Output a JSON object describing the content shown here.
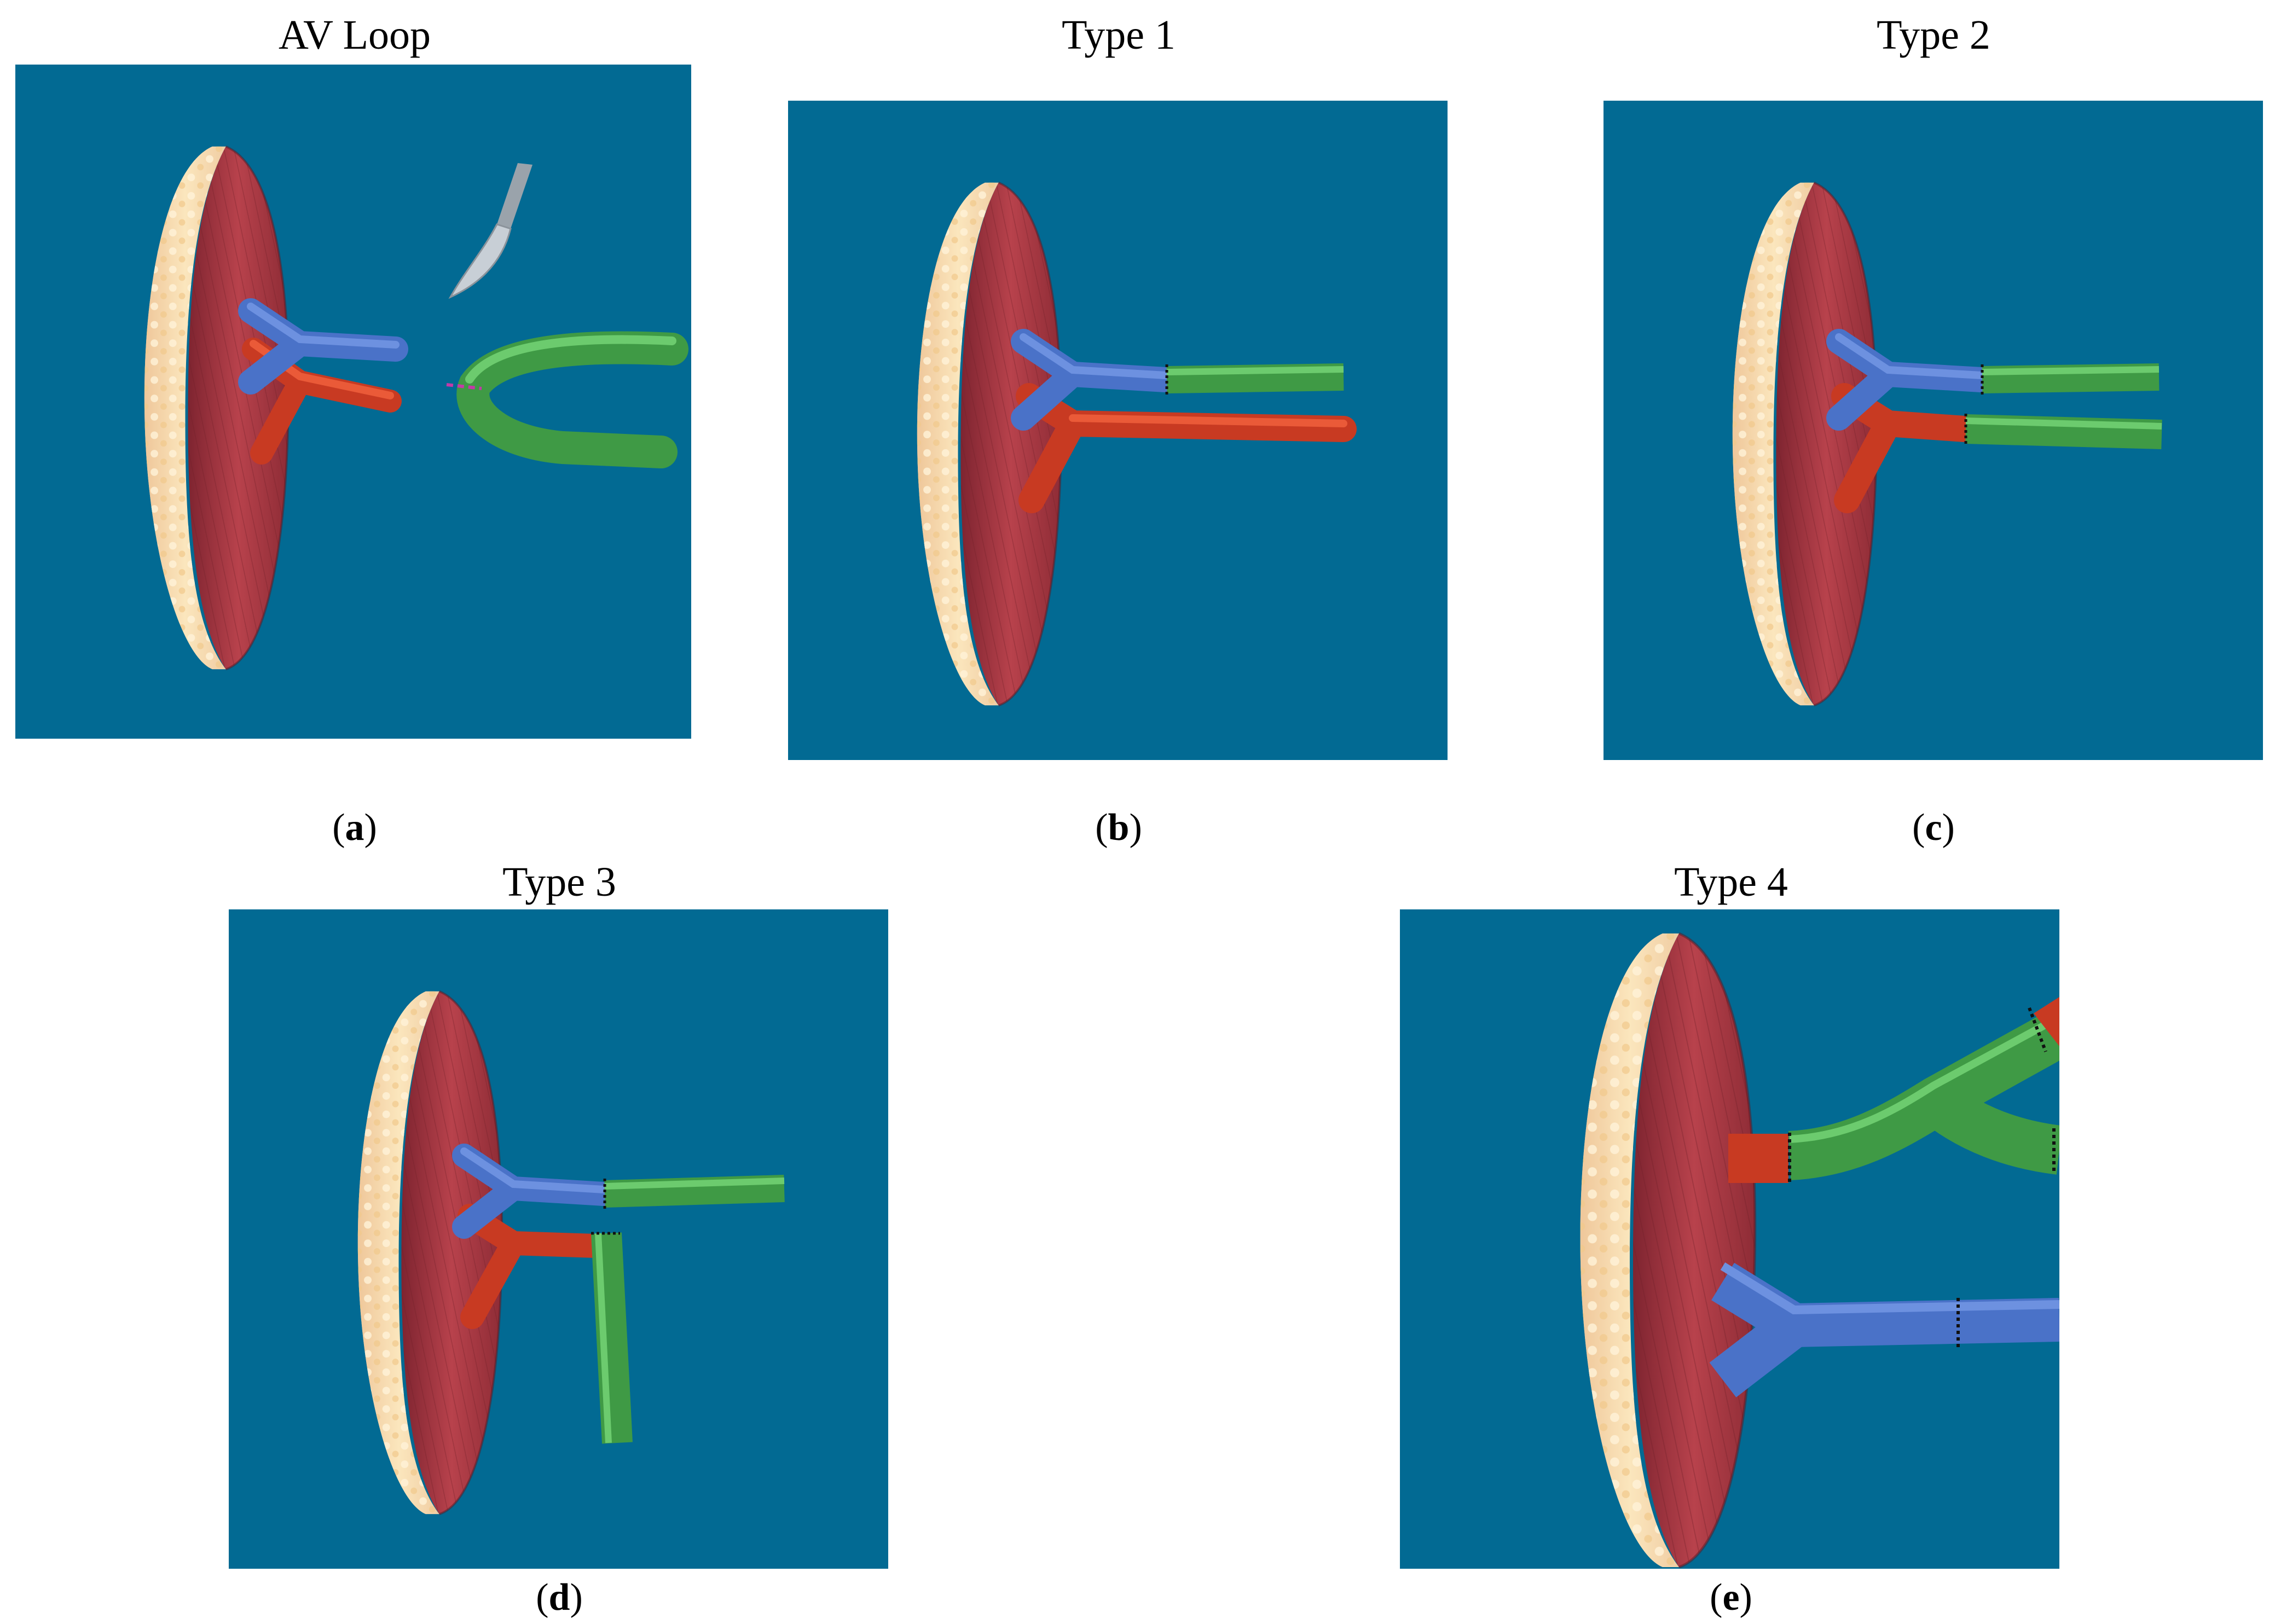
{
  "figure": {
    "background_color": "#026a93",
    "vein_color": "#4a72c8",
    "artery_color": "#d9452a",
    "graft_color": "#4caf50",
    "muscle_color": "#b23c45",
    "fat_color": "#f6d9a8",
    "panels": [
      {
        "id": "a",
        "title": "AV Loop",
        "label": "a",
        "icon": "scalpel-icon"
      },
      {
        "id": "b",
        "title": "Type 1",
        "label": "b"
      },
      {
        "id": "c",
        "title": "Type 2",
        "label": "c"
      },
      {
        "id": "d",
        "title": "Type 3",
        "label": "d"
      },
      {
        "id": "e",
        "title": "Type 4",
        "label": "e"
      }
    ]
  }
}
